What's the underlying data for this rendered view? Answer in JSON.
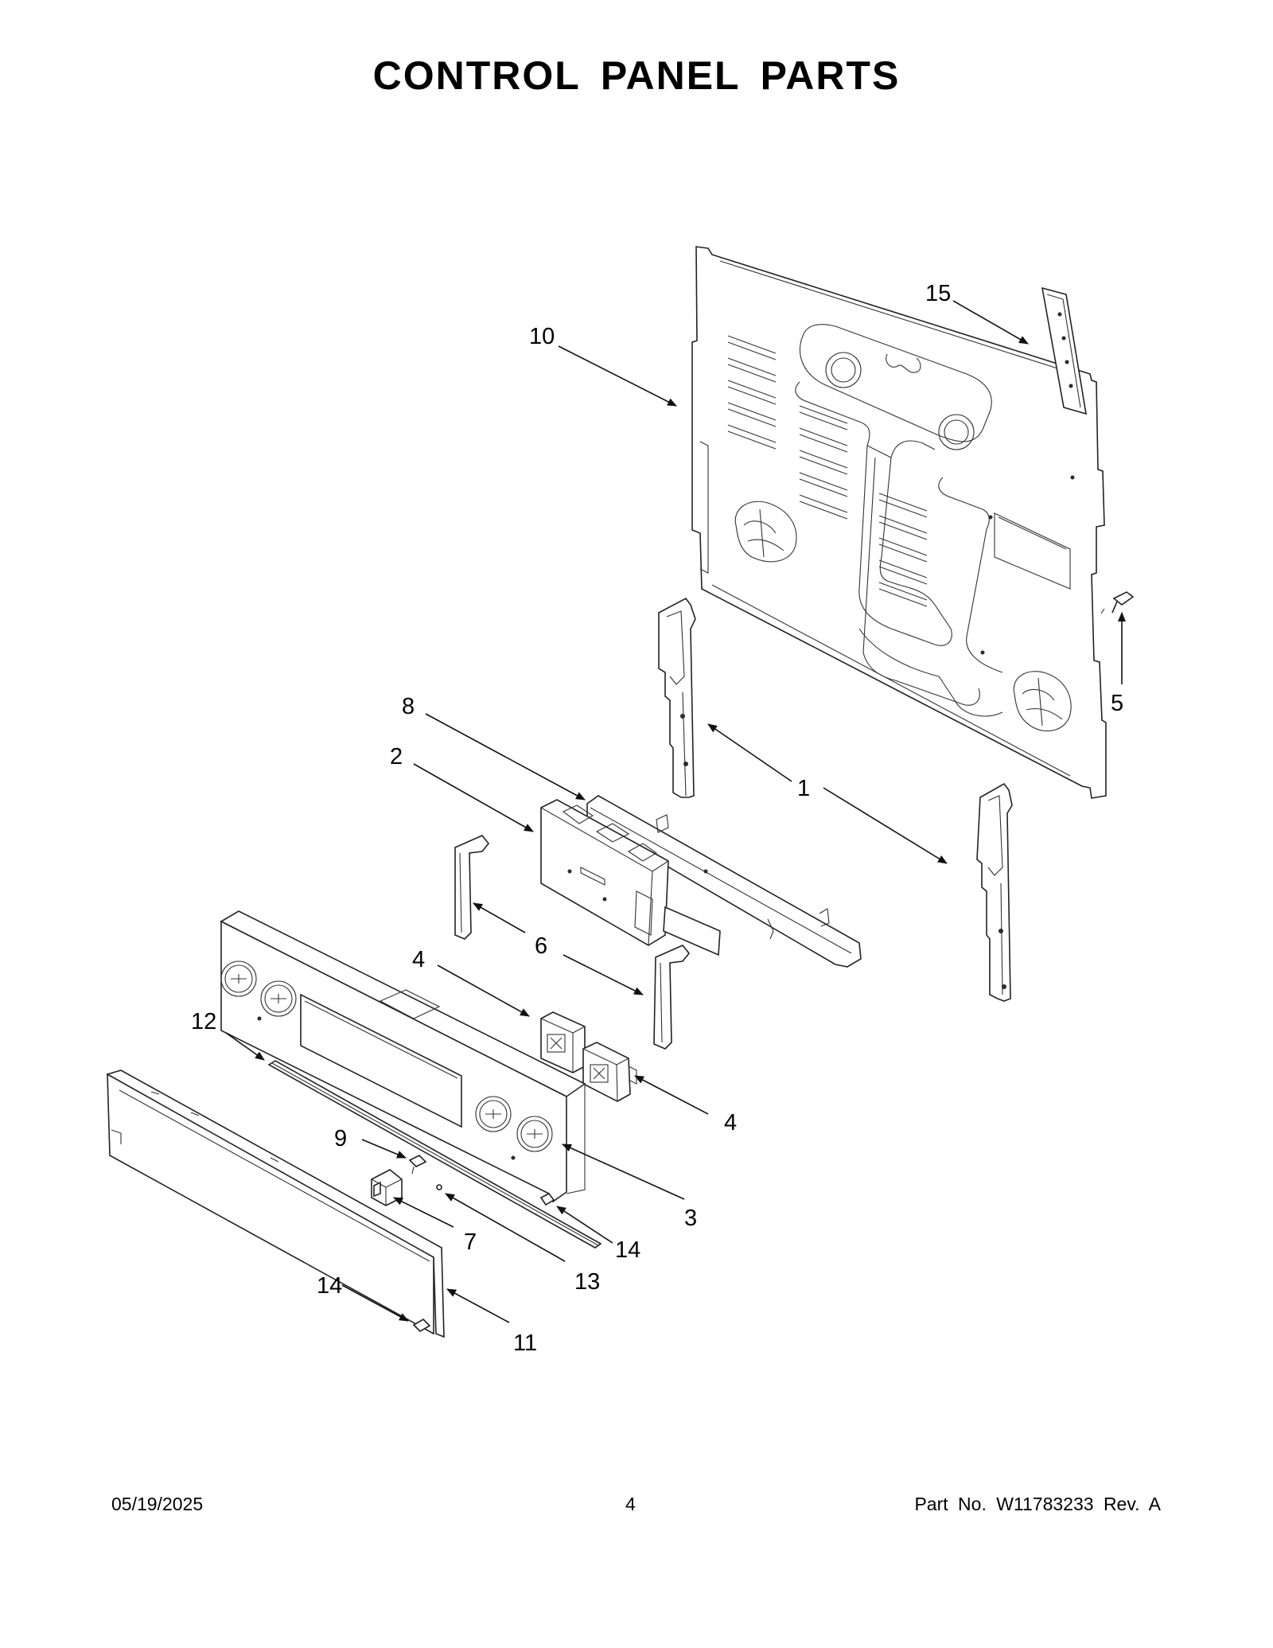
{
  "title": "CONTROL PANEL PARTS",
  "footer": {
    "date": "05/19/2025",
    "page": "4",
    "part_label": "Part No.  W11783233  Rev.  A"
  },
  "callouts": {
    "c1": "1",
    "c2": "2",
    "c3": "3",
    "c4a": "4",
    "c4b": "4",
    "c5": "5",
    "c6": "6",
    "c7": "7",
    "c8": "8",
    "c9": "9",
    "c10": "10",
    "c11": "11",
    "c12": "12",
    "c13": "13",
    "c14a": "14",
    "c14b": "14",
    "c15": "15"
  }
}
